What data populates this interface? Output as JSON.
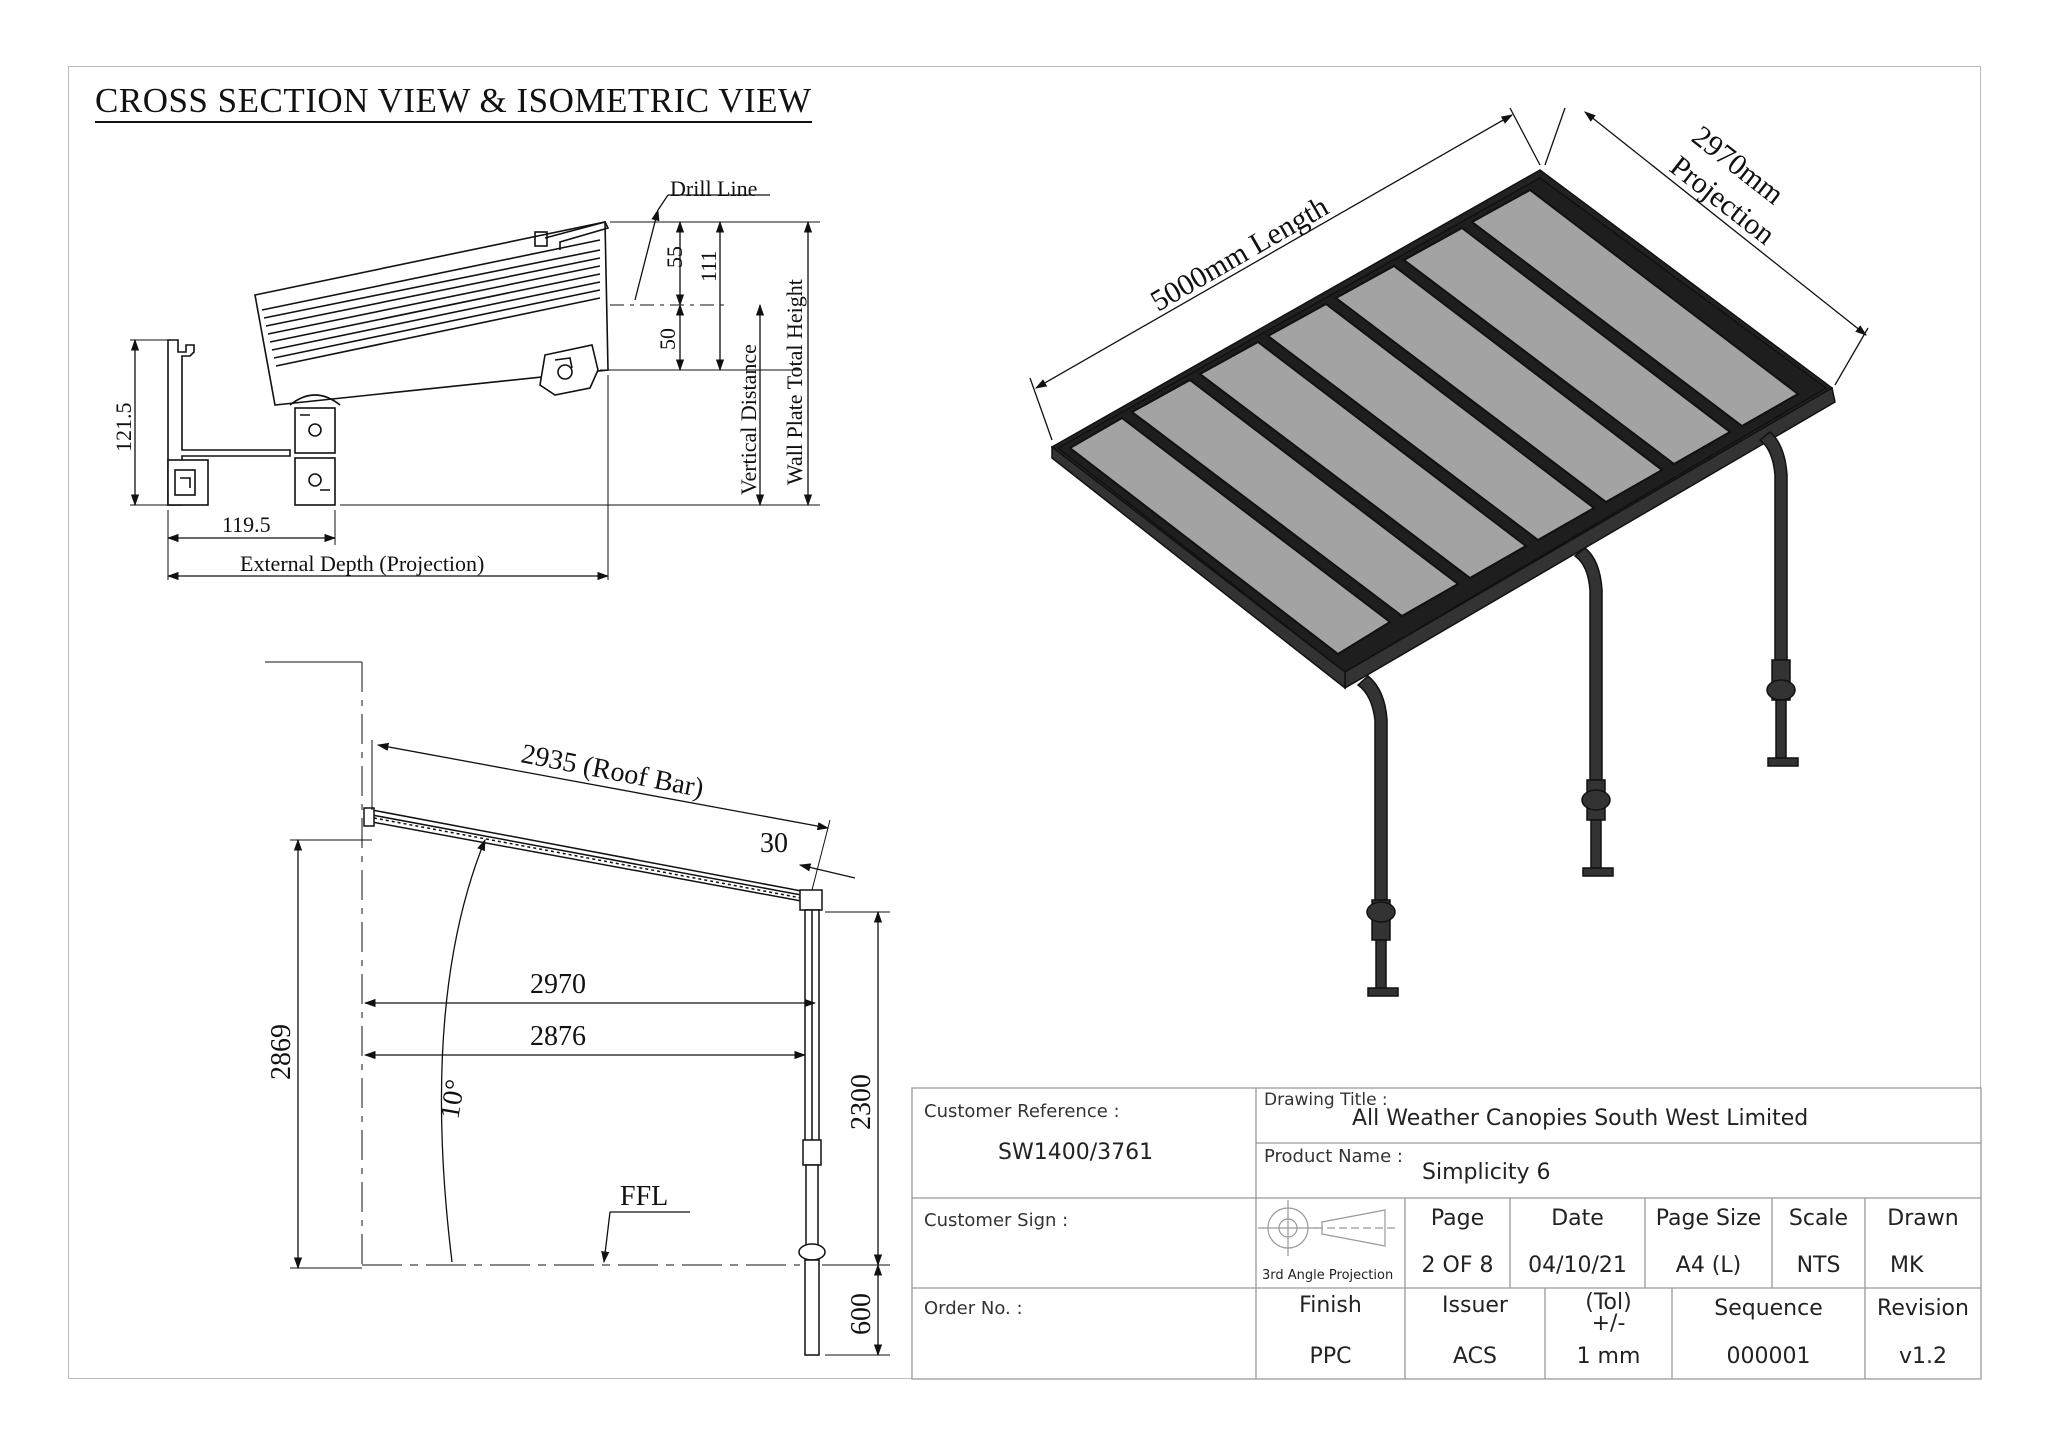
{
  "heading": "CROSS SECTION VIEW & ISOMETRIC VIEW",
  "cross_section": {
    "drill_line": "Drill Line",
    "dim_55": "55",
    "dim_111": "111",
    "dim_50": "50",
    "dim_121_5": "121.5",
    "dim_119_5": "119.5",
    "vertical_distance": "Vertical Distance",
    "wall_plate_total_height": "Wall Plate Total Height",
    "external_depth": "External Depth (Projection)"
  },
  "side_view": {
    "roof_bar": "2935 (Roof Bar)",
    "dim_30": "30",
    "dim_2970": "2970",
    "dim_2876": "2876",
    "dim_2869": "2869",
    "angle": "10°",
    "ffl": "FFL",
    "dim_2300": "2300",
    "dim_600": "600"
  },
  "isometric": {
    "length": "5000mm Length",
    "projection_value": "2970mm",
    "projection_label": "Projection"
  },
  "title_block": {
    "customer_reference_label": "Customer Reference :",
    "customer_reference": "SW1400/3761",
    "customer_sign_label": "Customer Sign :",
    "order_no_label": "Order No. :",
    "drawing_title_label": "Drawing Title :",
    "drawing_title": "All Weather Canopies South West Limited",
    "product_name_label": "Product Name :",
    "product_name": "Simplicity 6",
    "projection_symbol_label": "3rd Angle Projection",
    "page_label": "Page",
    "page": "2 OF 8",
    "date_label": "Date",
    "date": "04/10/21",
    "page_size_label": "Page Size",
    "page_size": "A4 (L)",
    "scale_label": "Scale",
    "scale": "NTS",
    "drawn_label": "Drawn",
    "drawn": "MK",
    "finish_label": "Finish",
    "finish": "PPC",
    "issuer_label": "Issuer",
    "issuer": "ACS",
    "tol_label": "(Tol)",
    "tol_sign": "+/-",
    "tol": "1 mm",
    "sequence_label": "Sequence",
    "sequence": "000001",
    "revision_label": "Revision",
    "revision": "v1.2"
  }
}
